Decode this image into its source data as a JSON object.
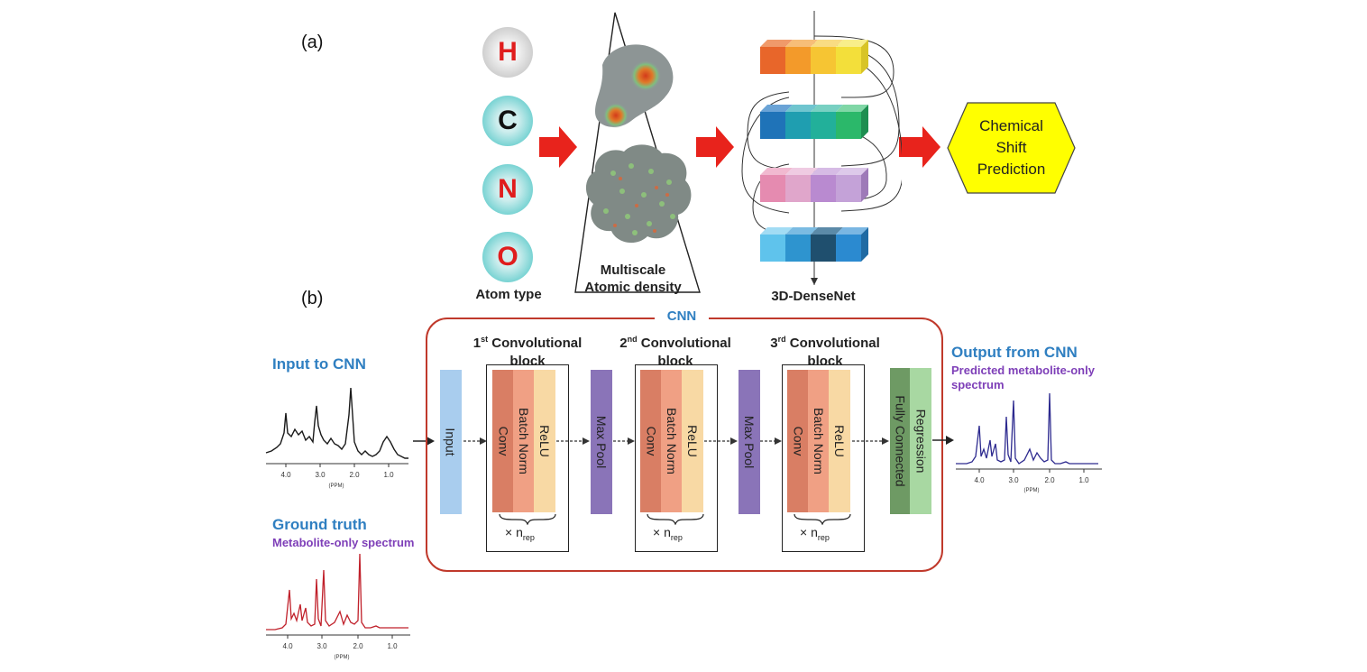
{
  "panel_a": {
    "label": "(a)",
    "atoms": [
      "H",
      "C",
      "N",
      "O"
    ],
    "atom_caption": "Atom type",
    "density_caption_line1": "Multiscale",
    "density_caption_line2": "Atomic density",
    "densenet_caption": "3D-DenseNet",
    "output_line1": "Chemical",
    "output_line2": "Shift",
    "output_line3": "Prediction",
    "colors": {
      "arrow": "#e8231c",
      "hexagon": "#ffff00"
    }
  },
  "panel_b": {
    "label": "(b)",
    "input_title": "Input to CNN",
    "ground_truth_title": "Ground truth",
    "ground_truth_sub": "Metabolite-only spectrum",
    "output_title": "Output from CNN",
    "output_sub_line1": "Predicted metabolite-only",
    "output_sub_line2": "spectrum",
    "cnn_label": "CNN",
    "input_layer": "Input",
    "maxpool": "Max Pool",
    "blocks": [
      {
        "ord": "1",
        "sup": "st",
        "rest": " Convolutional",
        "line2": "block"
      },
      {
        "ord": "2",
        "sup": "nd",
        "rest": " Convolutional",
        "line2": "block"
      },
      {
        "ord": "3",
        "sup": "rd",
        "rest": " Convolutional",
        "line2": "block"
      }
    ],
    "layers": [
      "Conv",
      "Batch Norm",
      "ReLU"
    ],
    "rep_prefix": "× n",
    "rep_sub": "rep",
    "fully_connected": "Fully Connected",
    "regression": "Regression",
    "axis_ticks": [
      "4.0",
      "3.0",
      "2.0",
      "1.0"
    ],
    "axis_unit": "(PPM)",
    "colors": {
      "cnn_border": "#c0392b",
      "input_spectrum": "#1a1a1a",
      "truth_spectrum": "#c0202a",
      "output_spectrum": "#2d2a8f"
    }
  }
}
